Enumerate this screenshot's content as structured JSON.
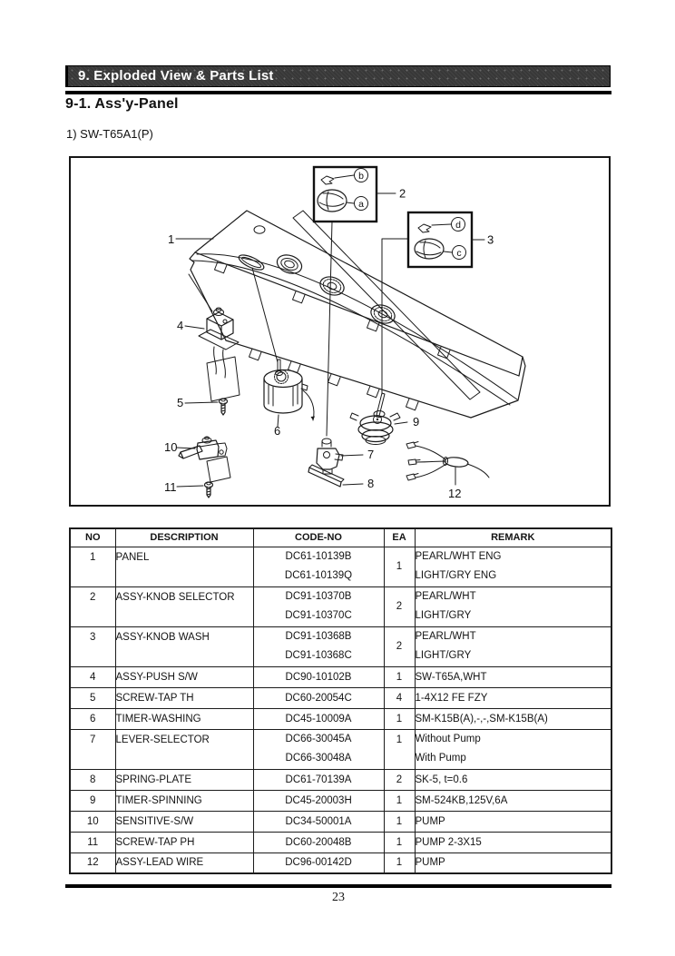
{
  "header": {
    "section_title": "9. Exploded View & Parts List",
    "subsection_title": "9-1.  Ass'y-Panel",
    "model_line": "1) SW-T65A1(P)"
  },
  "diagram": {
    "labels": {
      "n1": "1",
      "n2": "2",
      "n3": "3",
      "n4": "4",
      "n5": "5",
      "n6": "6",
      "n7": "7",
      "n8": "8",
      "n9": "9",
      "n10": "10",
      "n11": "11",
      "n12": "12",
      "la": "a",
      "lb": "b",
      "lc": "c",
      "ld": "d"
    }
  },
  "parts_table": {
    "headers": [
      "NO",
      "DESCRIPTION",
      "CODE-NO",
      "EA",
      "REMARK"
    ],
    "rows": [
      {
        "no": "1",
        "description": "PANEL",
        "codes": [
          "DC61-10139B",
          "DC61-10139Q"
        ],
        "ea": "1",
        "remarks": [
          "PEARL/WHT ENG",
          "LIGHT/GRY ENG"
        ]
      },
      {
        "no": "2",
        "description": "ASSY-KNOB SELECTOR",
        "codes": [
          "DC91-10370B",
          "DC91-10370C"
        ],
        "ea": "2",
        "remarks": [
          "PEARL/WHT",
          "LIGHT/GRY"
        ]
      },
      {
        "no": "3",
        "description": "ASSY-KNOB WASH",
        "codes": [
          "DC91-10368B",
          "DC91-10368C"
        ],
        "ea": "2",
        "remarks": [
          "PEARL/WHT",
          "LIGHT/GRY"
        ]
      },
      {
        "no": "4",
        "description": "ASSY-PUSH S/W",
        "codes": [
          "DC90-10102B"
        ],
        "ea": "1",
        "remarks": [
          "SW-T65A,WHT"
        ]
      },
      {
        "no": "5",
        "description": "SCREW-TAP TH",
        "codes": [
          "DC60-20054C"
        ],
        "ea": "4",
        "remarks": [
          "1-4X12 FE FZY"
        ]
      },
      {
        "no": "6",
        "description": "TIMER-WASHING",
        "codes": [
          "DC45-10009A"
        ],
        "ea": "1",
        "remarks": [
          "SM-K15B(A),-,-,SM-K15B(A)"
        ]
      },
      {
        "no": "7",
        "description": "LEVER-SELECTOR",
        "codes": [
          "DC66-30045A",
          "DC66-30048A"
        ],
        "ea": "1",
        "remarks": [
          "Without Pump",
          "With Pump"
        ]
      },
      {
        "no": "8",
        "description": "SPRING-PLATE",
        "codes": [
          "DC61-70139A"
        ],
        "ea": "2",
        "remarks": [
          "SK-5, t=0.6"
        ]
      },
      {
        "no": "9",
        "description": "TIMER-SPINNING",
        "codes": [
          "DC45-20003H"
        ],
        "ea": "1",
        "remarks": [
          "SM-524KB,125V,6A"
        ]
      },
      {
        "no": "10",
        "description": "SENSITIVE-S/W",
        "codes": [
          "DC34-50001A"
        ],
        "ea": "1",
        "remarks": [
          "PUMP"
        ]
      },
      {
        "no": "11",
        "description": "SCREW-TAP PH",
        "codes": [
          "DC60-20048B"
        ],
        "ea": "1",
        "remarks": [
          "PUMP 2-3X15"
        ]
      },
      {
        "no": "12",
        "description": "ASSY-LEAD WIRE",
        "codes": [
          "DC96-00142D"
        ],
        "ea": "1",
        "remarks": [
          "PUMP"
        ]
      }
    ]
  },
  "footer": {
    "page_number": "23"
  }
}
